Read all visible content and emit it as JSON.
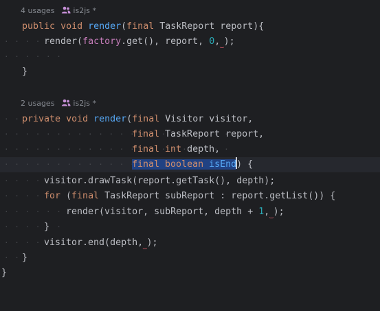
{
  "hints": [
    {
      "usages": "4 usages",
      "author": "is2js *"
    },
    {
      "usages": "2 usages",
      "author": "is2js *"
    }
  ],
  "code": {
    "l1": {
      "a": "public",
      "b": "void",
      "c": "render",
      "d": "(",
      "e": "final",
      "f": " TaskReport report){"
    },
    "l2": {
      "a": "render",
      "b": "(",
      "c": "factory",
      "d": ".get(), report, ",
      "e": "0",
      "f": ",",
      "g": ");"
    },
    "l3": {
      "a": "}"
    },
    "l4": {
      "a": "private",
      "b": "void",
      "c": "render",
      "d": "(",
      "e": "final",
      "f": " Visitor visitor,"
    },
    "l5": {
      "a": "final",
      "b": " TaskReport report,"
    },
    "l6": {
      "a": "final",
      "b": "int",
      "c": " depth,"
    },
    "l7": {
      "a": "final",
      "b": "boolean",
      "c": "isEnd",
      "d": ") {"
    },
    "l8": {
      "a": "visitor.drawTask(report.getTask(), depth);"
    },
    "l9": {
      "a": "for",
      "b": " (",
      "c": "final",
      "d": " TaskReport subReport : report.getList()) {"
    },
    "l10": {
      "a": "render",
      "b": "(visitor, subReport, depth + ",
      "c": "1",
      "d": ",",
      "e": ");"
    },
    "l11": {
      "a": "}"
    },
    "l12": {
      "a": "visitor.end(depth,",
      "b": ");"
    },
    "l13": {
      "a": "}"
    },
    "l14": {
      "a": "}"
    }
  },
  "colors": {
    "background": "#1e1f22",
    "keyword": "#cf8e6d",
    "method": "#56a8f5",
    "number": "#2aacb8",
    "field": "#c77dbb",
    "selection": "#214283"
  }
}
